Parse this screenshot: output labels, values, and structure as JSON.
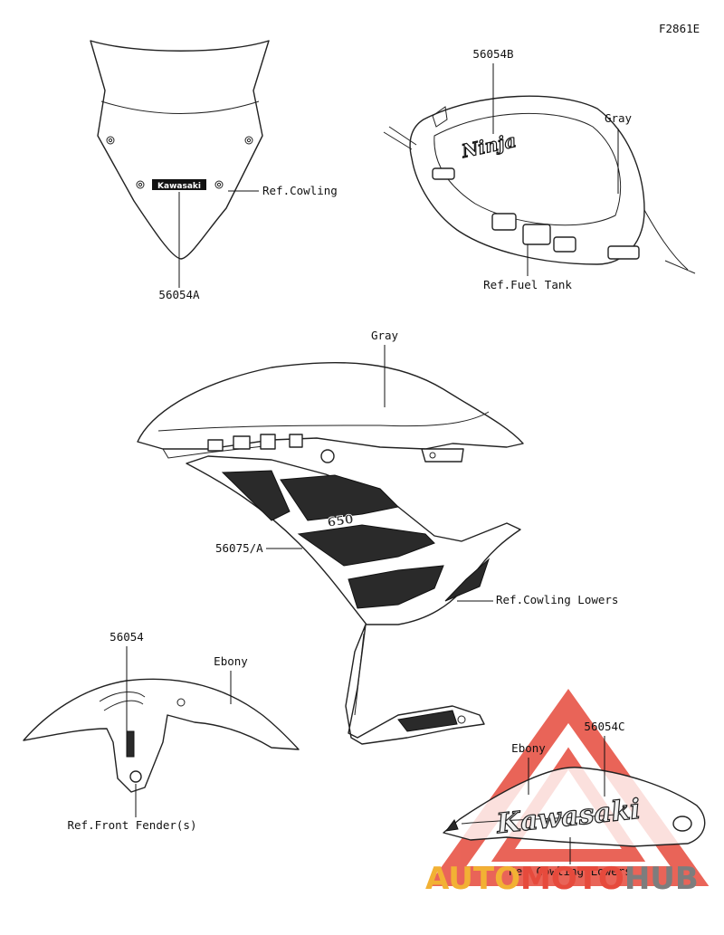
{
  "figure_code": "F2861E",
  "labels": {
    "windshield_decal": "56054A",
    "ref_cowling": "Ref.Cowling",
    "windshield_logo_text": "Kawasaki",
    "tank_decal": "56054B",
    "tank_color": "Gray",
    "tank_logo_text": "Ninja",
    "ref_fuel_tank": "Ref.Fuel Tank",
    "cowling_color": "Gray",
    "cowling_decal": "56075/A",
    "cowling_logo_text": "650",
    "ref_cowling_lowers": "Ref.Cowling Lowers",
    "fender_decal": "56054",
    "fender_color": "Ebony",
    "ref_front_fender": "Ref.Front Fender(s)",
    "lower_color": "Ebony",
    "lower_decal": "56054C",
    "lower_logo_text": "Kawasaki",
    "ref_cowling_lowers_2": "Ref.Cowling Lowers"
  },
  "watermark": {
    "part1": "AUTO",
    "part2": "MOTO",
    "part3": "HUB",
    "colors": {
      "orange": "#f2b134",
      "red": "#e64a3c",
      "gray": "#7d7d7d",
      "triangle": "#e64a3c"
    }
  }
}
